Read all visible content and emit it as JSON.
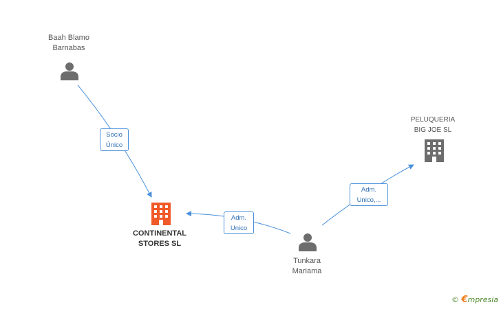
{
  "nodes": {
    "baah": {
      "line1": "Baah Blamo",
      "line2": "Barnabas",
      "type": "person"
    },
    "continental": {
      "line1": "CONTINENTAL",
      "line2": "STORES SL",
      "type": "company-main"
    },
    "tunkara": {
      "line1": "Tunkara",
      "line2": "Mariama",
      "type": "person"
    },
    "peluqueria": {
      "line1": "PELUQUERIA",
      "line2": "BIG JOE SL",
      "type": "company"
    }
  },
  "edges": {
    "socio_unico": {
      "line1": "Socio",
      "line2": "Único"
    },
    "adm_unico": {
      "line1": "Adm.",
      "line2": "Unico"
    },
    "adm_unico_trunc": {
      "line1": "Adm.",
      "line2": "Unico,..."
    }
  },
  "watermark": {
    "copyright": "©",
    "brand_initial": "€",
    "brand_rest": "mpresia"
  },
  "colors": {
    "edge": "#4a90d9",
    "person_icon": "#6d6d6d",
    "company_icon": "#6d6d6d",
    "main_company_icon": "#f05a28"
  }
}
